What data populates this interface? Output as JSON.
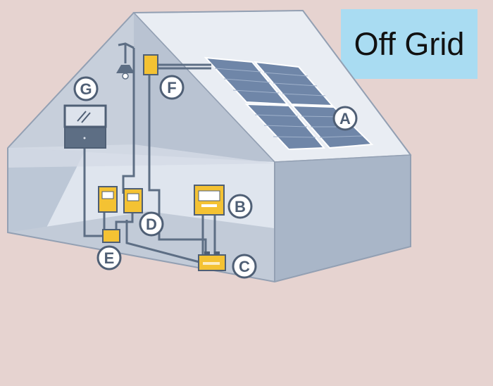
{
  "title": "Off Grid",
  "labels": {
    "A": "A",
    "B": "B",
    "C": "C",
    "D": "D",
    "E": "E",
    "F": "F",
    "G": "G"
  },
  "colors": {
    "background": "#e6d3d0",
    "title_box": "#a9dcf2",
    "wall_light": "#dfe4ec",
    "wall_mid": "#c5cdd9",
    "outline": "#93a0b3",
    "wire": "#5d6e84",
    "component_yellow": "#f4c233",
    "panel_blue": "#6f86a8",
    "badge_fill": "#ffffff",
    "badge_stroke": "#4f5f75"
  }
}
